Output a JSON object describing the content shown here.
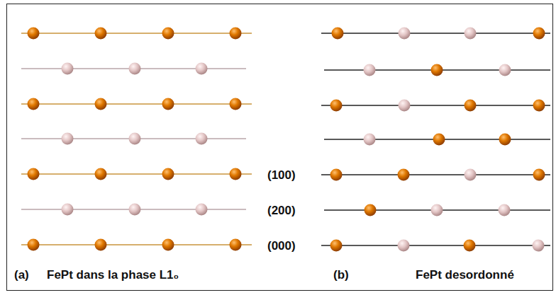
{
  "diagram": {
    "labels": [
      "(100)",
      "(200)",
      "(000)",
      "(a)",
      "FePt dans la phase L1₀",
      "(b)",
      "FePt desordonné"
    ]
  }
}
